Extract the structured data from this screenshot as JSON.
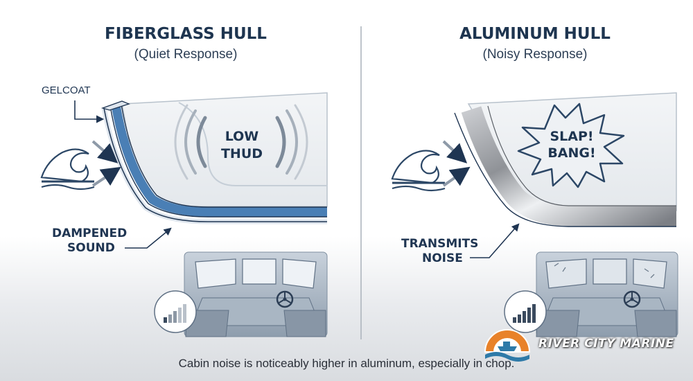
{
  "left_panel": {
    "title": "FIBERGLASS HULL",
    "subtitle": "(Quiet Response)",
    "layer_label": "GELCOAT",
    "sound_line1": "LOW",
    "sound_line2": "THUD",
    "callout_line1": "DAMPENED",
    "callout_line2": "SOUND"
  },
  "right_panel": {
    "title": "ALUMINUM HULL",
    "subtitle": "(Noisy Response)",
    "sound_line1": "SLAP!",
    "sound_line2": "BANG!",
    "callout_line1": "TRANSMITS",
    "callout_line2": "NOISE"
  },
  "caption": "Cabin noise is noticeably higher in aluminum, especially in chop.",
  "brand": {
    "name": "RIVER CITY MARINE"
  },
  "colors": {
    "navy": "#1e3550",
    "fiberglass_blue": "#4a7fb5",
    "aluminum_gray": "#9a9ca1",
    "logo_orange": "#e8822a",
    "logo_teal": "#2e7aa8"
  },
  "icons": [
    "wave-icon",
    "sound-wave-icon",
    "burst-icon",
    "noise-meter-icon",
    "steering-wheel-icon"
  ]
}
